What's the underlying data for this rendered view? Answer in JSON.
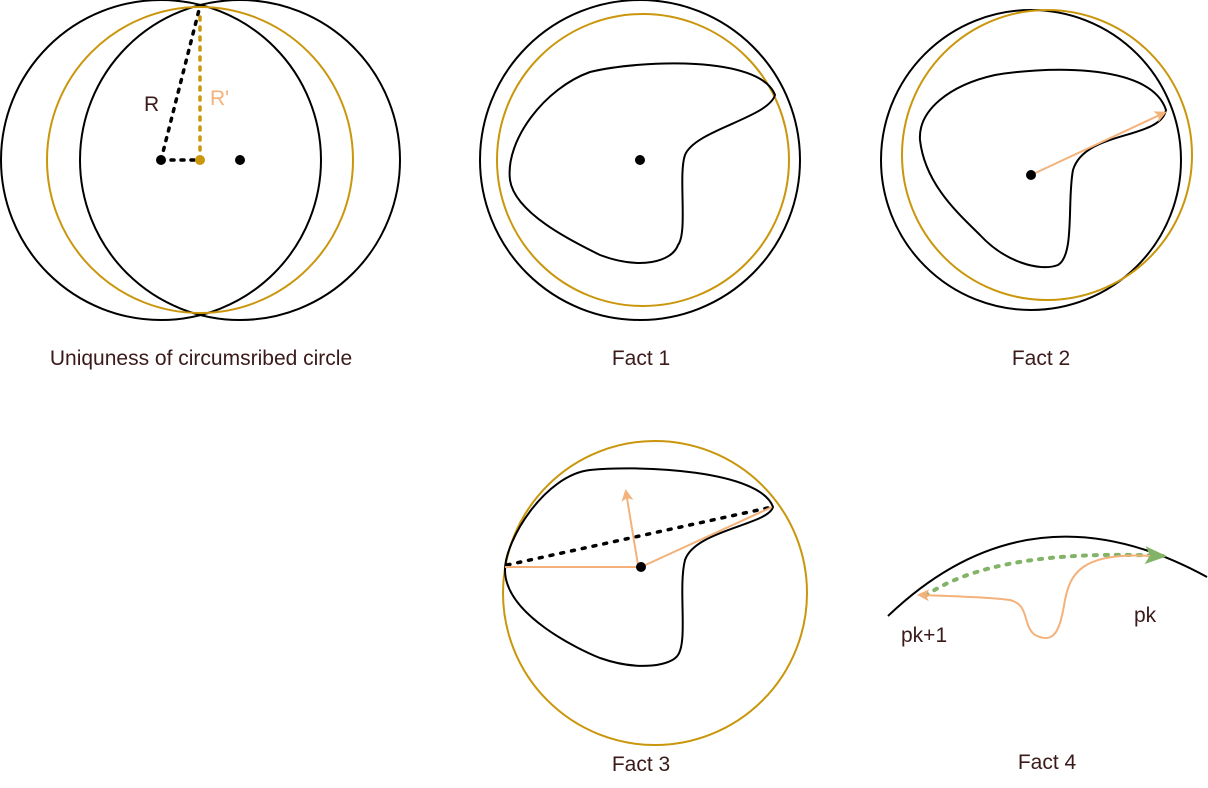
{
  "captions": {
    "uniqueness": "Uniquness of circumsribed circle",
    "fact1": "Fact 1",
    "fact2": "Fact 2",
    "fact3": "Fact 3",
    "fact4": "Fact 4"
  },
  "labels": {
    "r": "R",
    "r_prime": "R'",
    "pk": "pk",
    "pk_plus_1": "pk+1"
  },
  "colors": {
    "black": "#000000",
    "gold": "#c9960c",
    "orange": "#f4b17a",
    "green": "#82b366",
    "text": "#3a1a1a"
  }
}
